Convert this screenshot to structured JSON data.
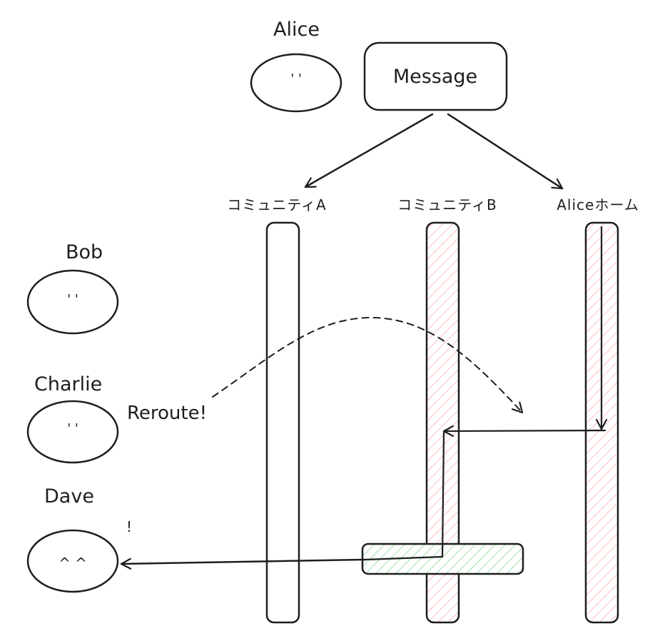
{
  "actors": {
    "alice": {
      "name": "Alice",
      "face": "' '"
    },
    "bob": {
      "name": "Bob",
      "face": "' '"
    },
    "charlie": {
      "name": "Charlie",
      "face": "' '"
    },
    "dave": {
      "name": "Dave",
      "face": "^  ^",
      "exclamation": "!"
    }
  },
  "message_box": {
    "label": "Message"
  },
  "lanes": [
    {
      "id": "community-a",
      "label": "コミュニティA",
      "fill": "#ffffff"
    },
    {
      "id": "community-b",
      "label": "コミュニティB",
      "fill": "#ffc9c9"
    },
    {
      "id": "alice-home",
      "label": "Aliceホーム",
      "fill": "#ffc9c9"
    }
  ],
  "annotations": {
    "reroute": "Reroute!"
  },
  "colors": {
    "stroke": "#1e1e1e",
    "pink_hatch": "#ff8787",
    "green_hatch": "#69db7c",
    "green_fill": "#b2f2bb"
  }
}
